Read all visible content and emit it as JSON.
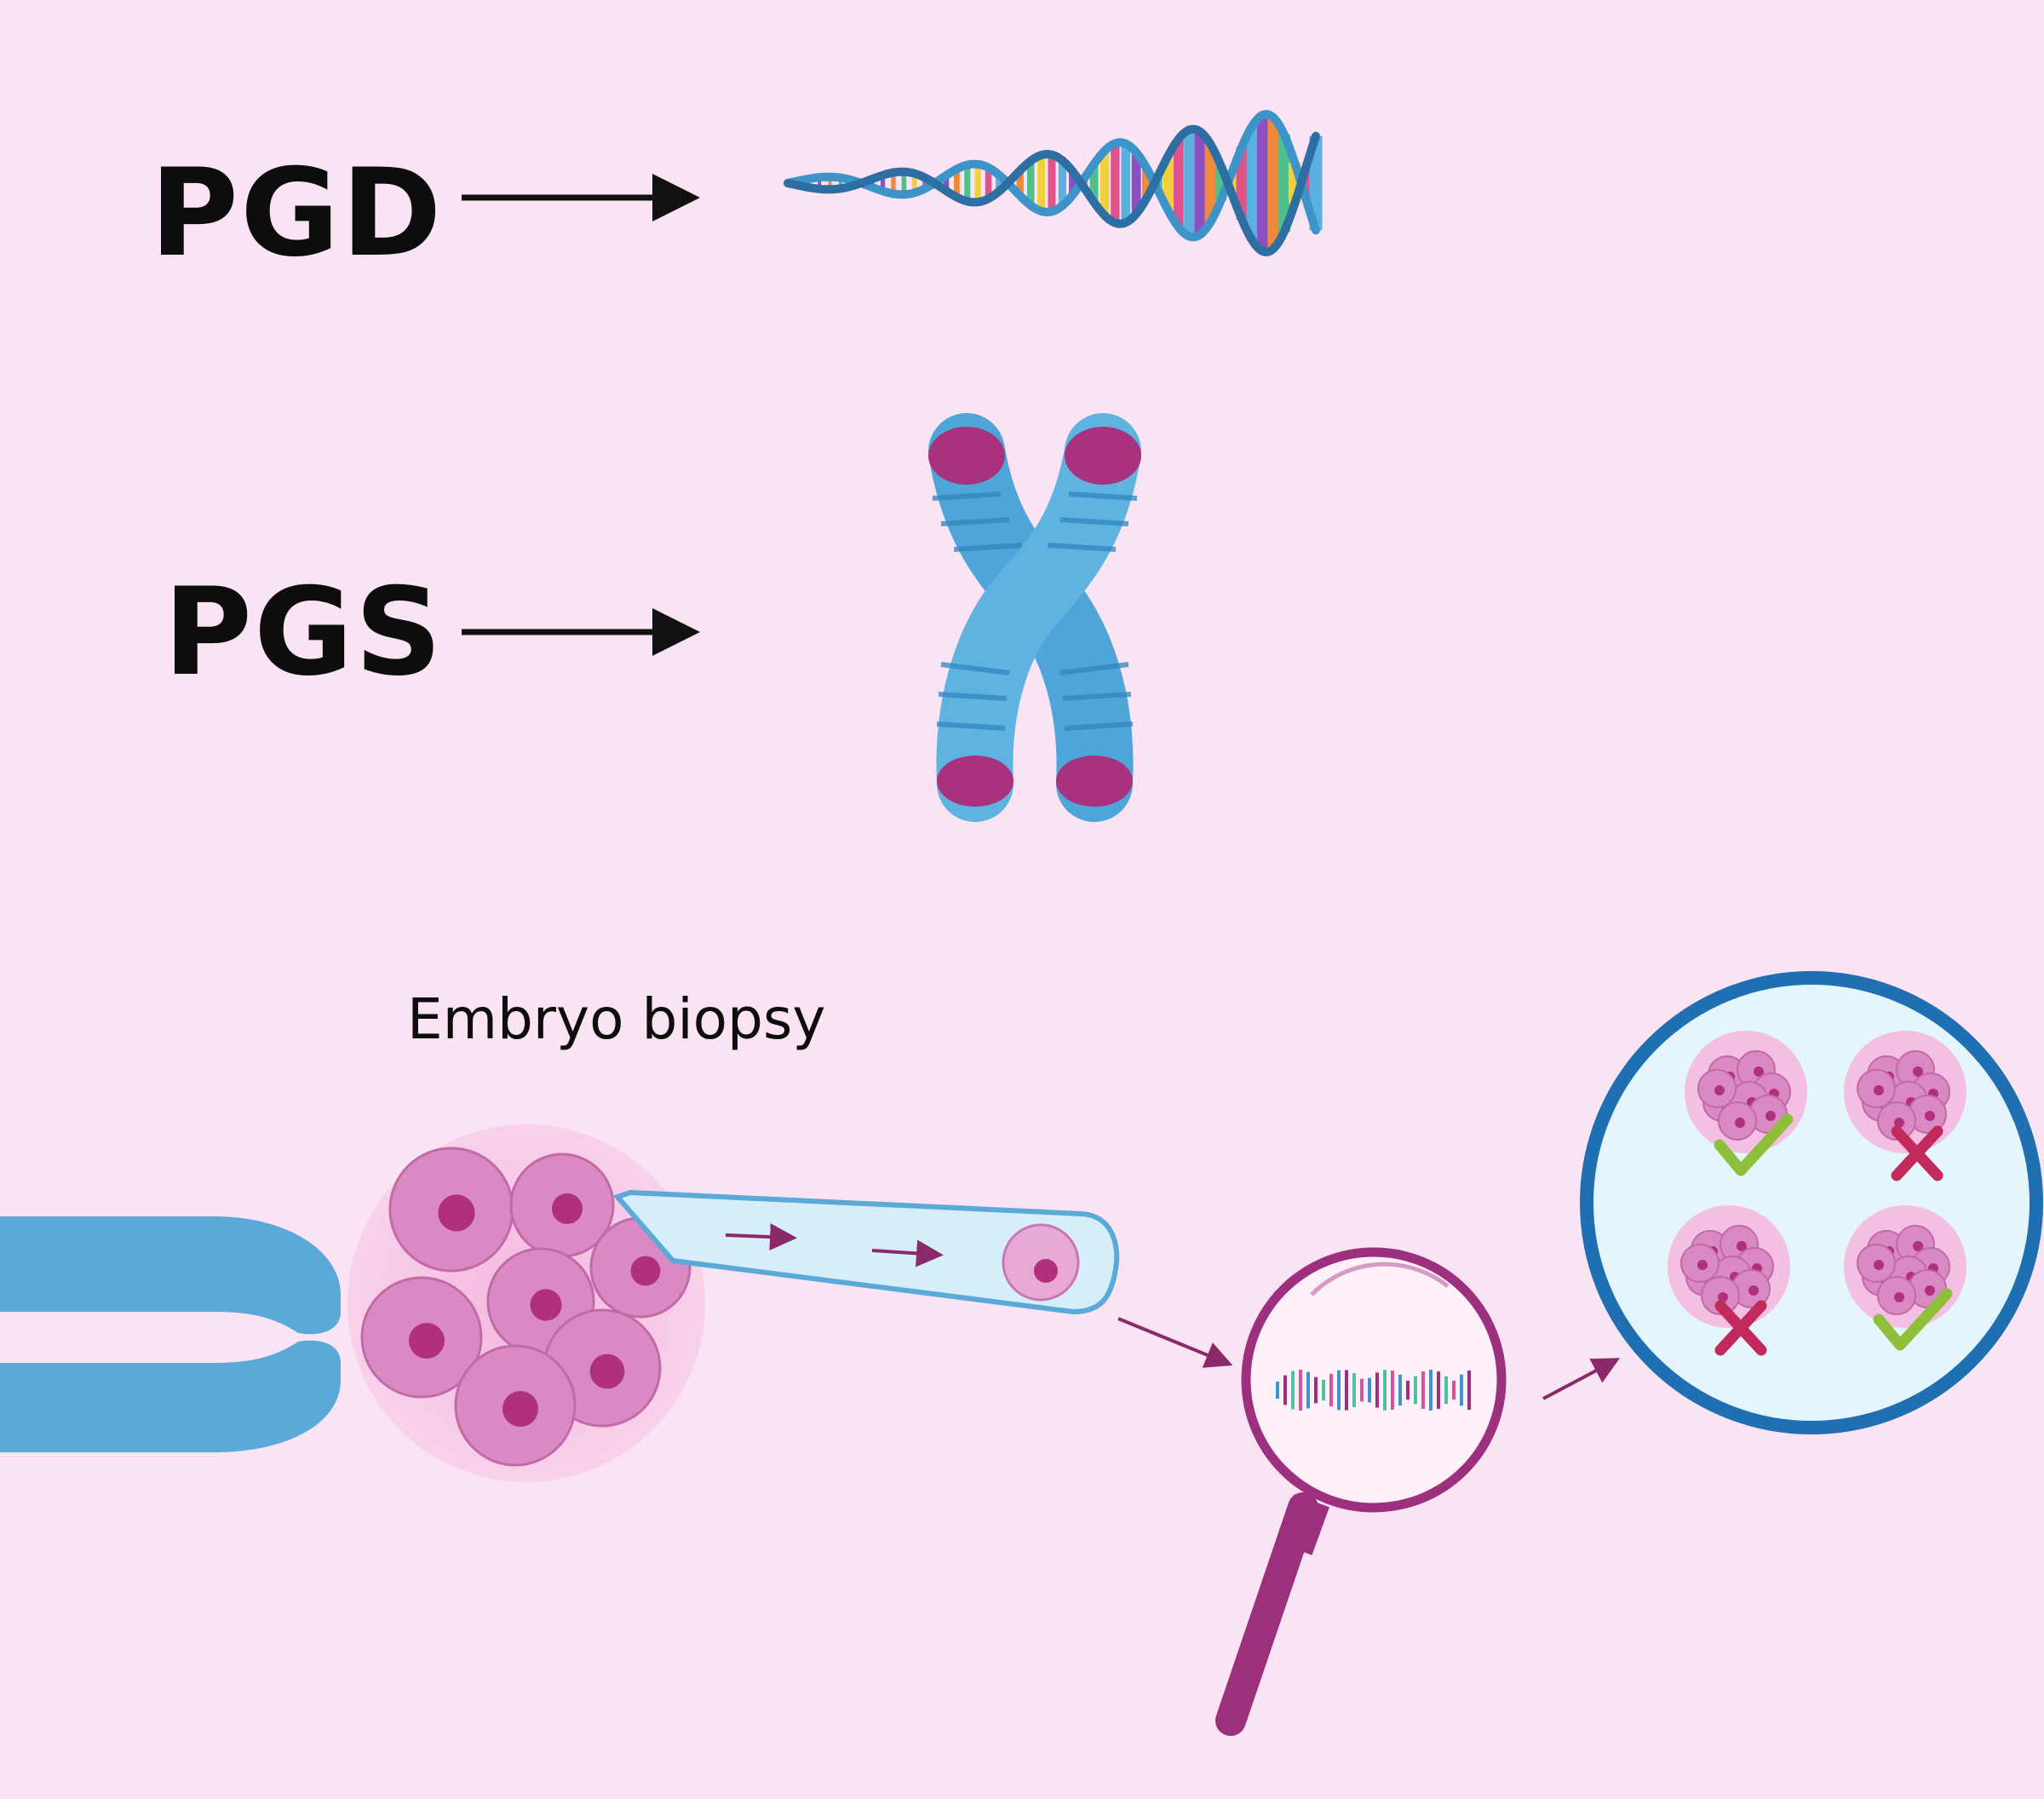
{
  "labels": {
    "pgd": "PGD",
    "pgs": "PGS",
    "embryo_biopsy": "Embryo biopsy"
  },
  "icons": {
    "pgd_target": "dna-double-helix-icon",
    "pgs_target": "chromosome-icon",
    "holding_pipette": "holding-pipette-icon",
    "embryo": "embryo-icon",
    "biopsy_pipette": "biopsy-needle-icon",
    "analysis": "magnifying-glass-icon",
    "results": "embryo-selection-icon"
  },
  "results": [
    {
      "position": "top-left",
      "mark": "check"
    },
    {
      "position": "top-right",
      "mark": "cross"
    },
    {
      "position": "bottom-left",
      "mark": "cross"
    },
    {
      "position": "bottom-right",
      "mark": "check"
    }
  ],
  "colors": {
    "background": "#fae3f3",
    "text": "#0d0d0d",
    "chromosome_blue": "#5fb3e0",
    "telomere_magenta": "#a8327e",
    "embryo_pink": "#d98ac2",
    "nucleus": "#b0307a",
    "pipette_blue": "#5aa9d8",
    "check_green": "#8dbf3a",
    "cross_red": "#c22a5c",
    "ring_blue": "#1f6fb3",
    "magnifier_purple": "#9c2f7e"
  }
}
